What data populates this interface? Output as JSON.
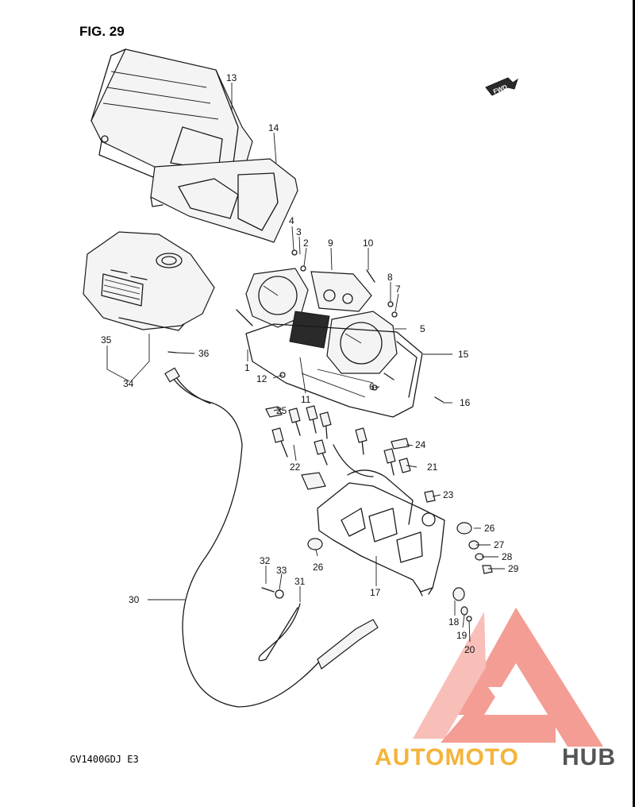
{
  "figure": {
    "title": "FIG. 29",
    "model_code": "GV1400GDJ  E3",
    "direction_badge": "FWD"
  },
  "watermark": {
    "brand_part1": "AUTOMOTO",
    "brand_part2": "HUB",
    "accent_color": "#f28c82",
    "brand_color_primary": "#f4b43a",
    "brand_color_secondary": "#555555"
  },
  "callouts": [
    {
      "id": "c1",
      "label": "1"
    },
    {
      "id": "c2",
      "label": "2"
    },
    {
      "id": "c3",
      "label": "3"
    },
    {
      "id": "c4",
      "label": "4"
    },
    {
      "id": "c5",
      "label": "5"
    },
    {
      "id": "c6",
      "label": "6"
    },
    {
      "id": "c7",
      "label": "7"
    },
    {
      "id": "c8",
      "label": "8"
    },
    {
      "id": "c9",
      "label": "9"
    },
    {
      "id": "c10",
      "label": "10"
    },
    {
      "id": "c11",
      "label": "11"
    },
    {
      "id": "c12",
      "label": "12"
    },
    {
      "id": "c13",
      "label": "13"
    },
    {
      "id": "c14",
      "label": "14"
    },
    {
      "id": "c15",
      "label": "15"
    },
    {
      "id": "c16",
      "label": "16"
    },
    {
      "id": "c17",
      "label": "17"
    },
    {
      "id": "c18",
      "label": "18"
    },
    {
      "id": "c19",
      "label": "19"
    },
    {
      "id": "c20",
      "label": "20"
    },
    {
      "id": "c21",
      "label": "21"
    },
    {
      "id": "c22",
      "label": "22"
    },
    {
      "id": "c23",
      "label": "23"
    },
    {
      "id": "c24",
      "label": "24"
    },
    {
      "id": "c25",
      "label": "25"
    },
    {
      "id": "c26a",
      "label": "26"
    },
    {
      "id": "c26b",
      "label": "26"
    },
    {
      "id": "c27",
      "label": "27"
    },
    {
      "id": "c28",
      "label": "28"
    },
    {
      "id": "c29",
      "label": "29"
    },
    {
      "id": "c30",
      "label": "30"
    },
    {
      "id": "c31",
      "label": "31"
    },
    {
      "id": "c32",
      "label": "32"
    },
    {
      "id": "c33",
      "label": "33"
    },
    {
      "id": "c34",
      "label": "34"
    },
    {
      "id": "c35",
      "label": "35"
    },
    {
      "id": "c36",
      "label": "36"
    }
  ]
}
